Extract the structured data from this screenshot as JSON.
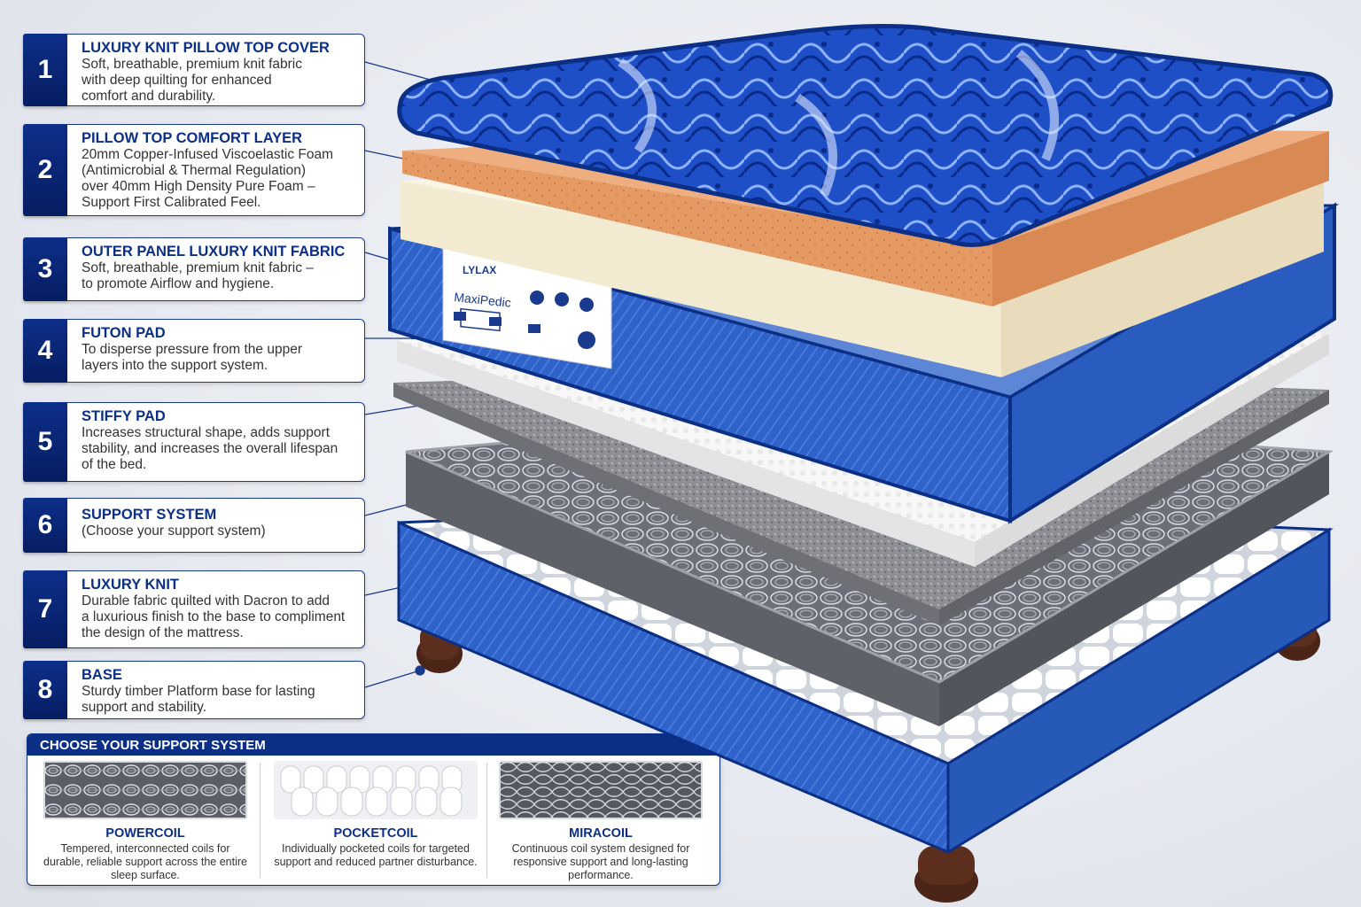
{
  "layers": [
    {
      "num": "1",
      "title": "LUXURY KNIT PILLOW TOP COVER",
      "desc": "Soft, breathable, premium knit fabric\nwith deep quilting for enhanced\ncomfort and durability."
    },
    {
      "num": "2",
      "title": "PILLOW TOP COMFORT LAYER",
      "desc": "20mm Copper-Infused Viscoelastic Foam\n(Antimicrobial & Thermal Regulation)\nover 40mm High Density Pure Foam –\nSupport First Calibrated Feel."
    },
    {
      "num": "3",
      "title": "OUTER PANEL LUXURY KNIT FABRIC",
      "desc": "Soft, breathable, premium knit fabric –\nto promote Airflow and hygiene."
    },
    {
      "num": "4",
      "title": "FUTON PAD",
      "desc": "To disperse pressure from the upper\nlayers into the support system."
    },
    {
      "num": "5",
      "title": "STIFFY PAD",
      "desc": "Increases structural shape, adds support\nstability, and increases the overall lifespan\nof the bed."
    },
    {
      "num": "6",
      "title": "SUPPORT SYSTEM",
      "desc": "(Choose your support system)"
    },
    {
      "num": "7",
      "title": "LUXURY KNIT",
      "desc": "Durable fabric quilted with Dacron to add\na luxurious finish to the base to compliment\nthe design of the mattress."
    },
    {
      "num": "8",
      "title": "BASE",
      "desc": "Sturdy timber Platform base for lasting\nsupport and stability."
    }
  ],
  "support": {
    "heading": "CHOOSE YOUR SUPPORT SYSTEM",
    "options": [
      {
        "name": "POWERCOIL",
        "desc": "Tempered, interconnected coils for durable, reliable support across the entire sleep surface."
      },
      {
        "name": "POCKETCOIL",
        "desc": "Individually pocketed coils for targeted support and reduced partner disturbance."
      },
      {
        "name": "MIRACOIL",
        "desc": "Continuous coil system designed for responsive support and long-lasting performance."
      }
    ]
  },
  "label": {
    "brand": "LYLAX",
    "model": "MaxiPedic"
  },
  "colors": {
    "navy": "#0c2f86",
    "knit_blue": "#2f63c9",
    "copper_foam": "#e59a64",
    "cream_foam": "#f3ead2",
    "futon": "#f7f7f7",
    "stiffy": "#8c8e94",
    "wood": "#4a2518"
  }
}
